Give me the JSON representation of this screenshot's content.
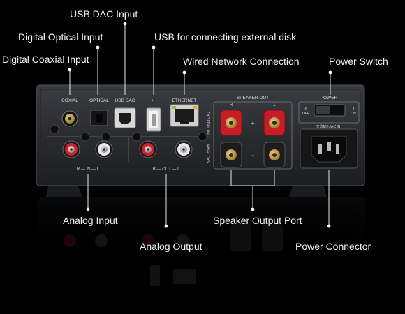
{
  "callouts": {
    "usb_dac": "USB DAC Input",
    "digital_optical": "Digital Optical Input",
    "usb_disk": "USB for connecting external disk",
    "digital_coaxial": "Digital Coaxial Input",
    "wired_network": "Wired Network Connection",
    "power_switch": "Power Switch",
    "analog_input": "Analog Input",
    "speaker_output": "Speaker Output Port",
    "analog_output": "Analog Output",
    "power_connector": "Power Connector"
  },
  "panel": {
    "coxial": "COXIAL",
    "optical": "OPTICAL",
    "usb_dac": "USB DAC",
    "ethernet": "ETHERNET",
    "digital_in": "DIGITAL IN",
    "analog": "ANALOG",
    "speaker_out": "SPEAKER OUT",
    "speaker_r": "R",
    "speaker_l": "L",
    "plus": "+",
    "minus": "−",
    "power": "POWER",
    "off_label": "0",
    "off": "OFF",
    "on_label": "II",
    "on": "ON",
    "ac_in": "交流输入/AC IN",
    "in_label": "R — IN — L",
    "out_label": "R — OUT — L"
  },
  "colors": {
    "background": "#000000",
    "chassis": "#2b2d31",
    "speaker_red": "#d0202a",
    "gold": "#c9a24a",
    "text": "#f2f2f2"
  }
}
